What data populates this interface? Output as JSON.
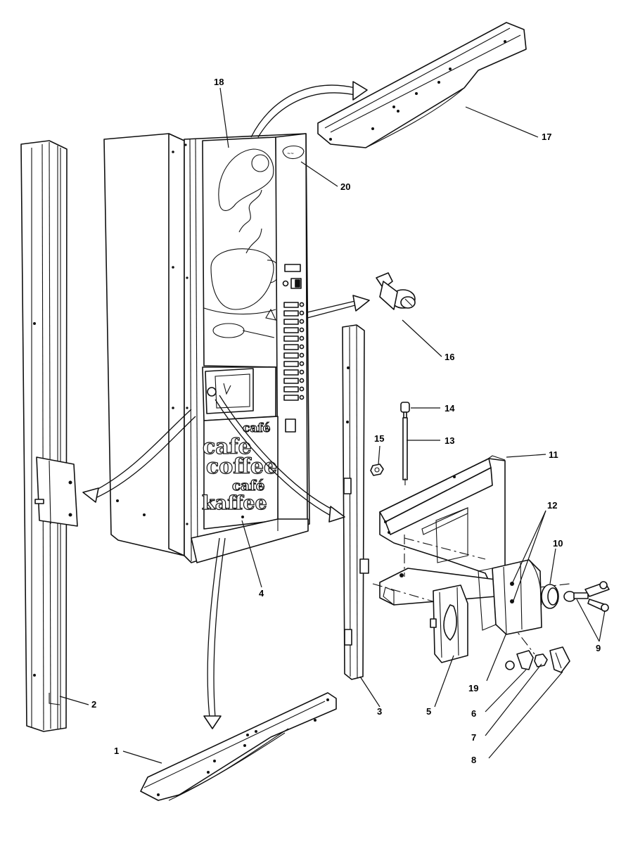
{
  "callouts": {
    "c1": "1",
    "c2": "2",
    "c3": "3",
    "c4": "4",
    "c5": "5",
    "c6": "6",
    "c7": "7",
    "c8": "8",
    "c9": "9",
    "c10": "10",
    "c11": "11",
    "c12": "12",
    "c13": "13",
    "c14": "14",
    "c15": "15",
    "c16": "16",
    "c17": "17",
    "c18": "18",
    "c19": "19",
    "c20": "20"
  },
  "front_panel_graphics": {
    "word_cafe_top": "café",
    "word_cafe_big": "cafe",
    "word_coffee": "coffee",
    "word_cafe_mid": "café",
    "word_kaffee": "kaffee"
  }
}
